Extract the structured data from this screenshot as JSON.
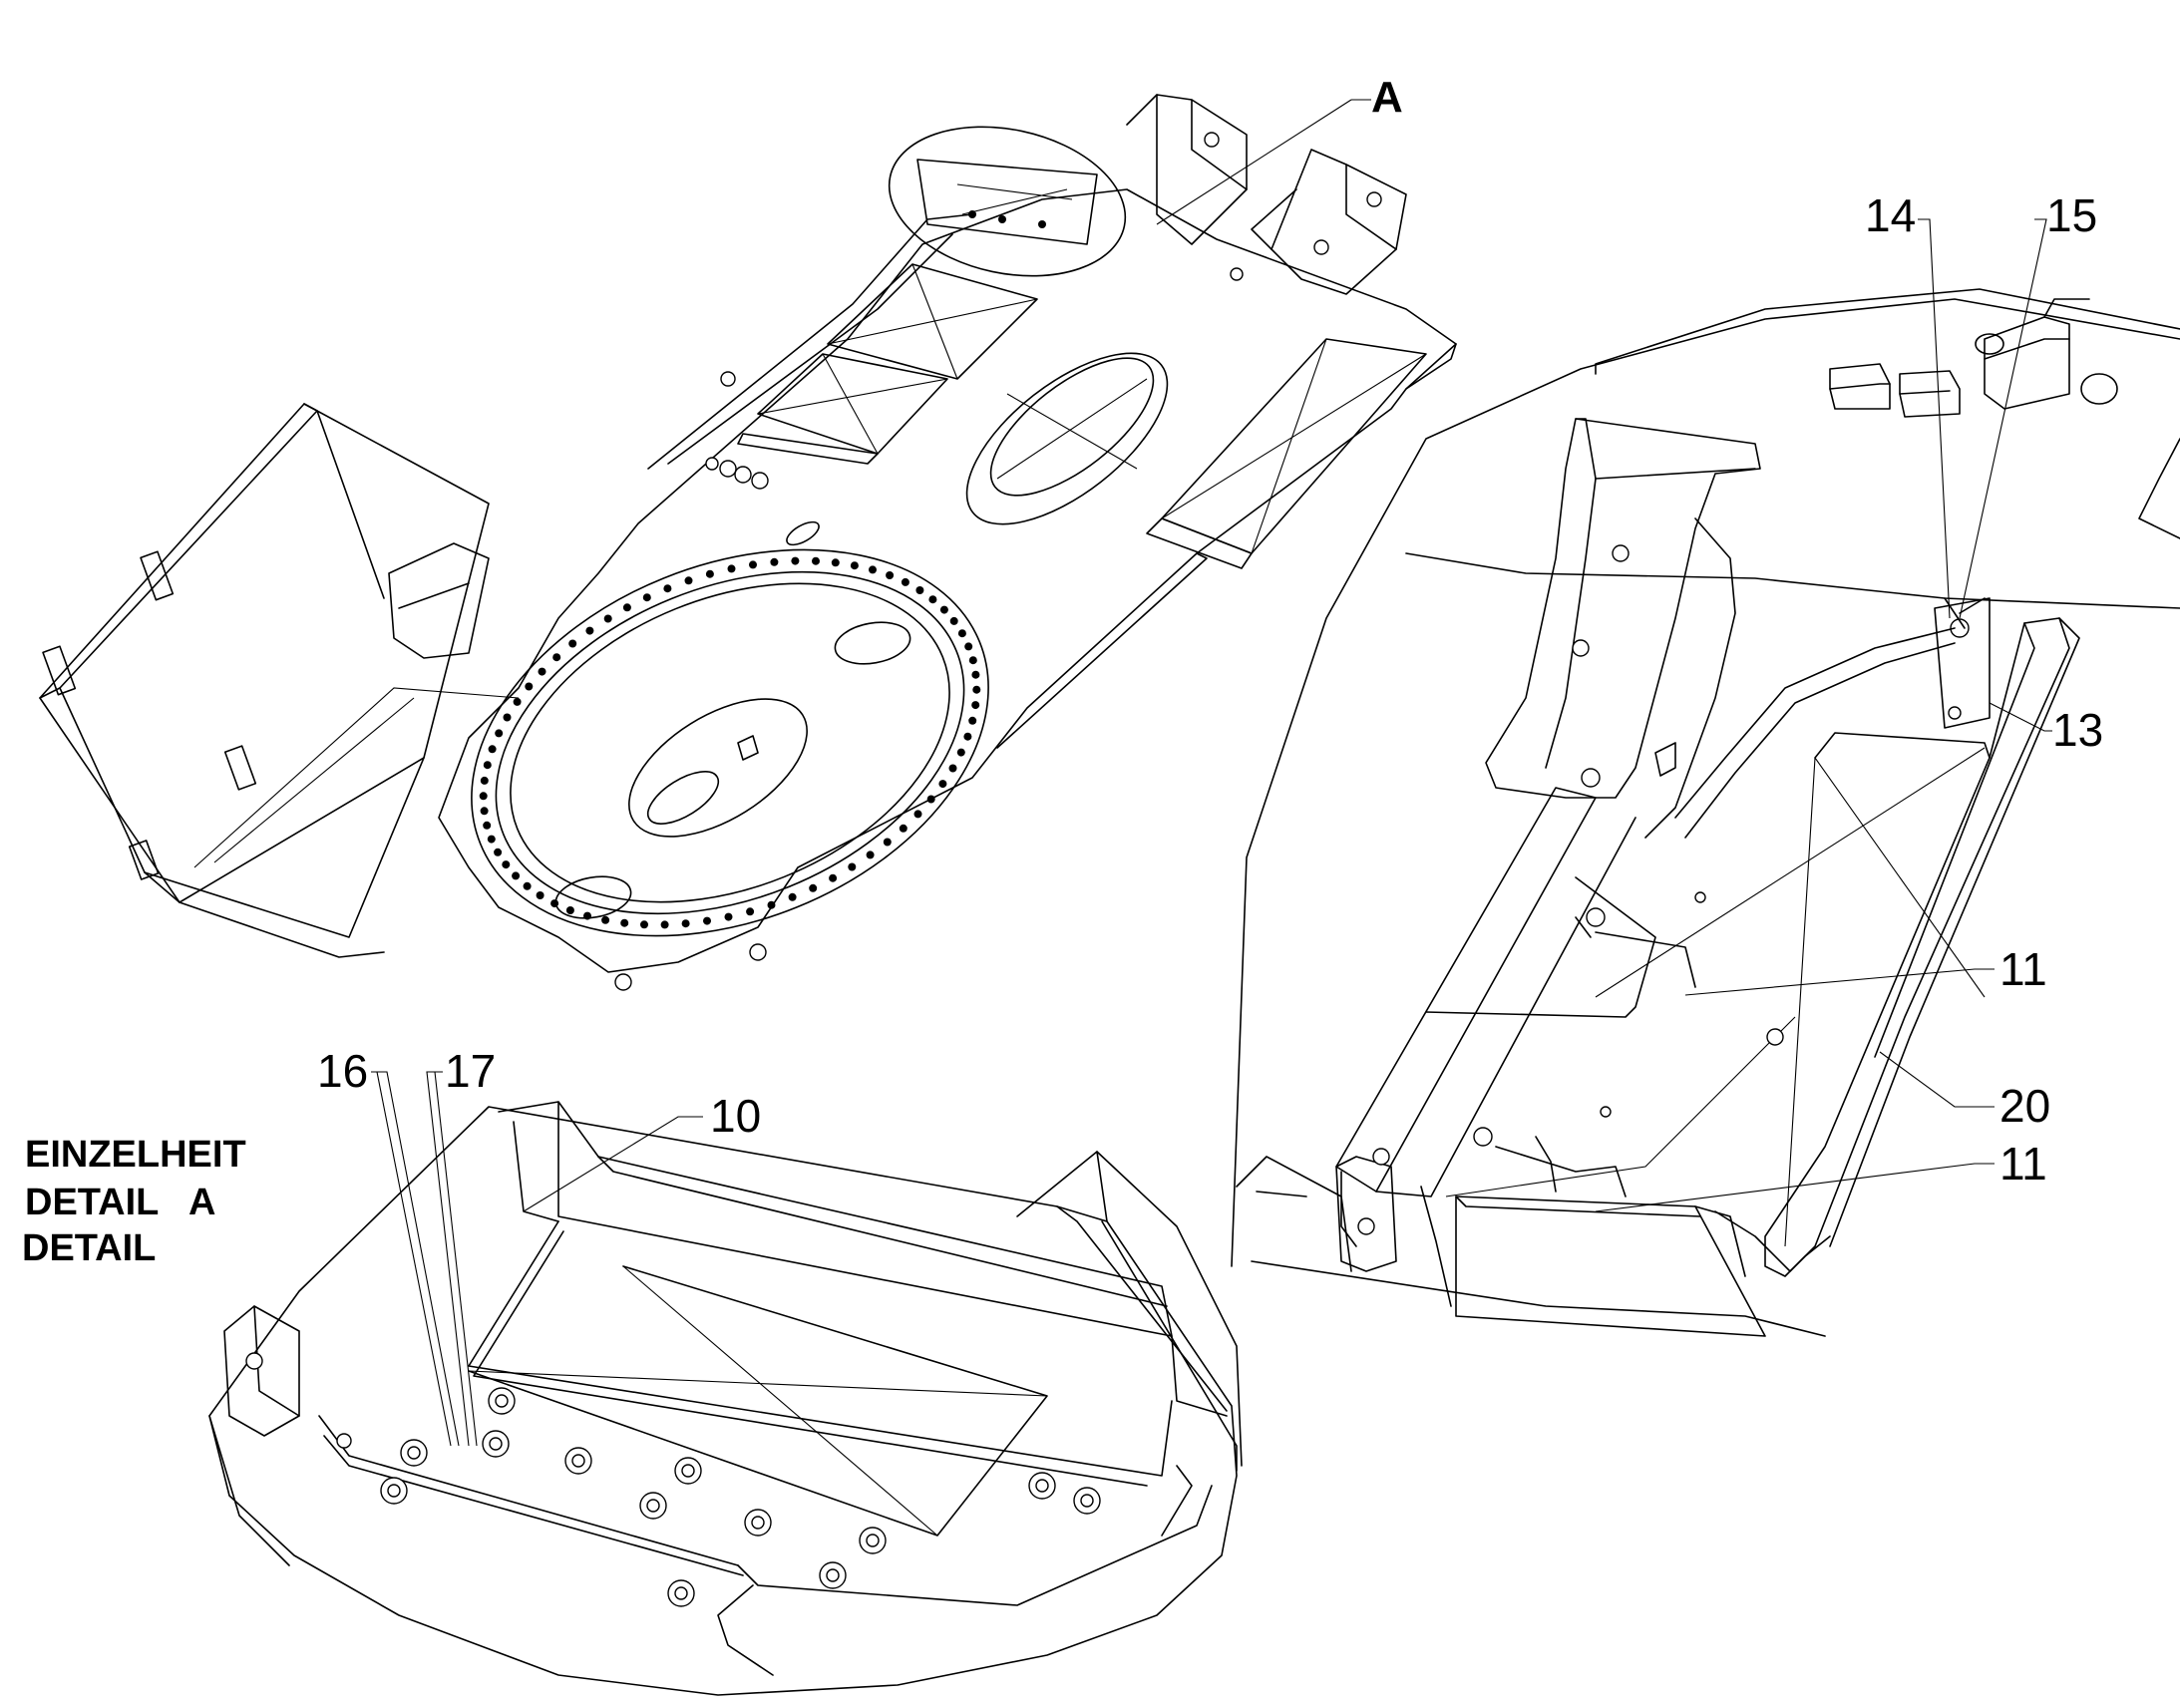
{
  "detail_title": {
    "line1": "EINZELHEIT",
    "line2": "DETAIL   A",
    "line3": "DETAIL"
  },
  "callouts": {
    "detail_ref": "A",
    "item_10": "10",
    "item_11a": "11",
    "item_11b": "11",
    "item_13": "13",
    "item_14": "14",
    "item_15": "15",
    "item_16": "16",
    "item_17": "17",
    "item_20": "20"
  }
}
